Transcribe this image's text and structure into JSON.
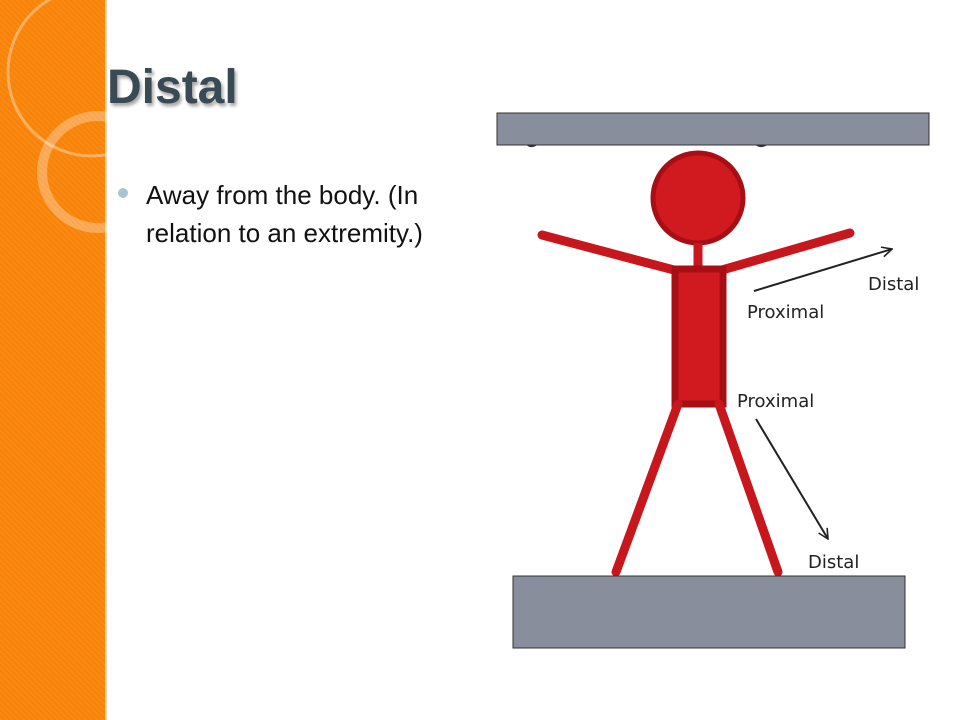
{
  "slide": {
    "title": "Distal",
    "bullets": [
      {
        "text": "Away from the body.  (In relation to an extremity.)"
      }
    ]
  },
  "figure": {
    "labels": {
      "arm_proximal": "Proximal",
      "arm_distal": "Distal",
      "leg_proximal": "Proximal",
      "leg_distal": "Distal"
    }
  },
  "colors": {
    "accent_orange": "#f7820a",
    "figure_red": "#c8161d",
    "bar_gray": "#898e9c",
    "title_text": "#3a4a55"
  }
}
